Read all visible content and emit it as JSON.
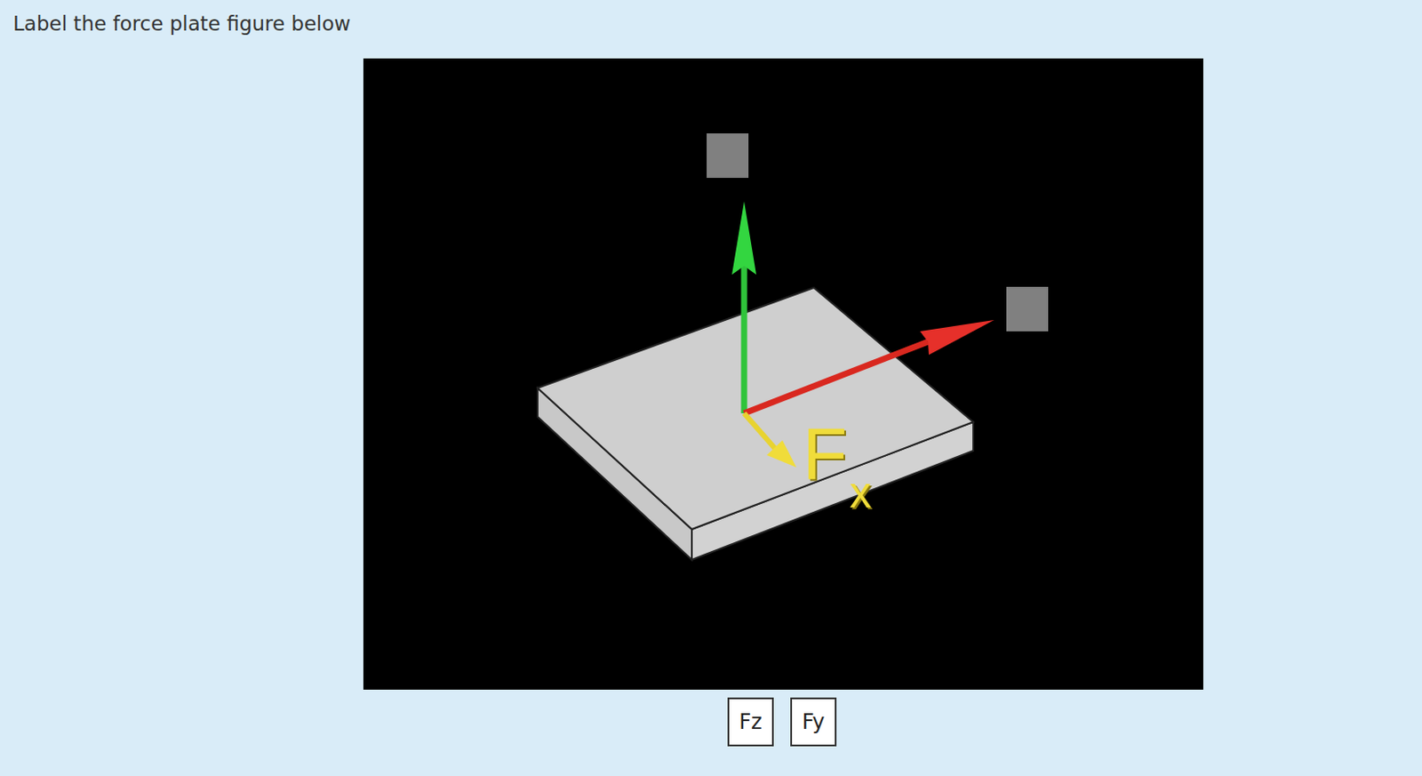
{
  "diagram": {
    "title": "Label the force plate figure below",
    "nodes": [
      {
        "text": [
          "Fz"
        ]
      },
      {
        "text": [
          "Fy"
        ]
      }
    ],
    "labels": [
      "F",
      "x"
    ]
  }
}
